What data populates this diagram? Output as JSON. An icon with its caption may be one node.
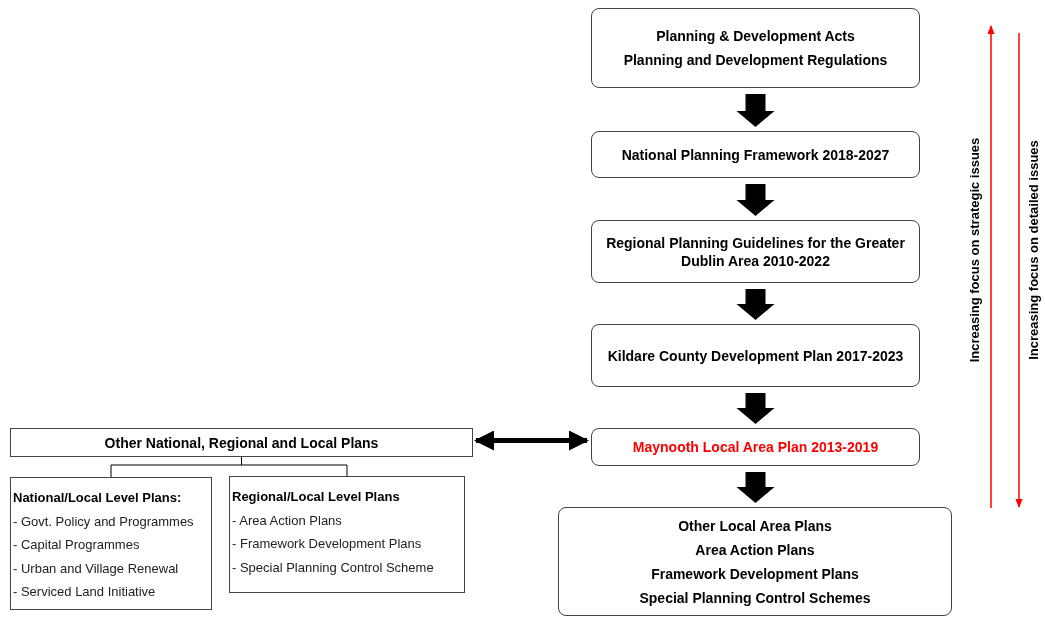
{
  "diagram": {
    "nodes": [
      {
        "text": [
          "Planning & Development Acts",
          "Planning and Development Regulations"
        ]
      },
      {
        "text": [
          "National Planning Framework 2018-2027"
        ]
      },
      {
        "text": [
          "Regional Planning Guidelines for the Greater Dublin Area 2010-2022"
        ]
      },
      {
        "text": [
          "Kildare County Development Plan 2017-2023"
        ]
      },
      {
        "text": [
          "Maynooth Local Area Plan 2013-2019"
        ]
      },
      {
        "text": [
          "Other Local Area Plans",
          "Area Action Plans",
          "Framework Development Plans",
          "Special Planning Control Schemes"
        ]
      },
      {
        "text": [
          "Other National, Regional and Local Plans"
        ]
      },
      {
        "text": [
          "National/Local Level Plans:",
          "- Govt. Policy and Programmes",
          "- Capital Programmes",
          "- Urban and Village Renewal",
          "- Serviced Land Initiative"
        ]
      },
      {
        "text": [
          "Regional/Local Level Plans",
          "- Area Action Plans",
          "- Framework Development Plans",
          "- Special Planning Control Scheme"
        ]
      }
    ],
    "edges": [
      {
        "from": 0,
        "to": 1,
        "arrow": "to",
        "style": "thick"
      },
      {
        "from": 1,
        "to": 2,
        "arrow": "to",
        "style": "thick"
      },
      {
        "from": 2,
        "to": 3,
        "arrow": "to",
        "style": "thick"
      },
      {
        "from": 3,
        "to": 4,
        "arrow": "to",
        "style": "thick"
      },
      {
        "from": 4,
        "to": 5,
        "arrow": "to",
        "style": "thick"
      },
      {
        "from": 6,
        "to": 4,
        "arrow": "both",
        "style": "thick"
      },
      {
        "from": 6,
        "to": 7,
        "arrow": "none"
      },
      {
        "from": 6,
        "to": 8,
        "arrow": "none"
      }
    ],
    "labels": [
      "Increasing focus on strategic issues",
      "Increasing focus on detailed issues"
    ]
  }
}
